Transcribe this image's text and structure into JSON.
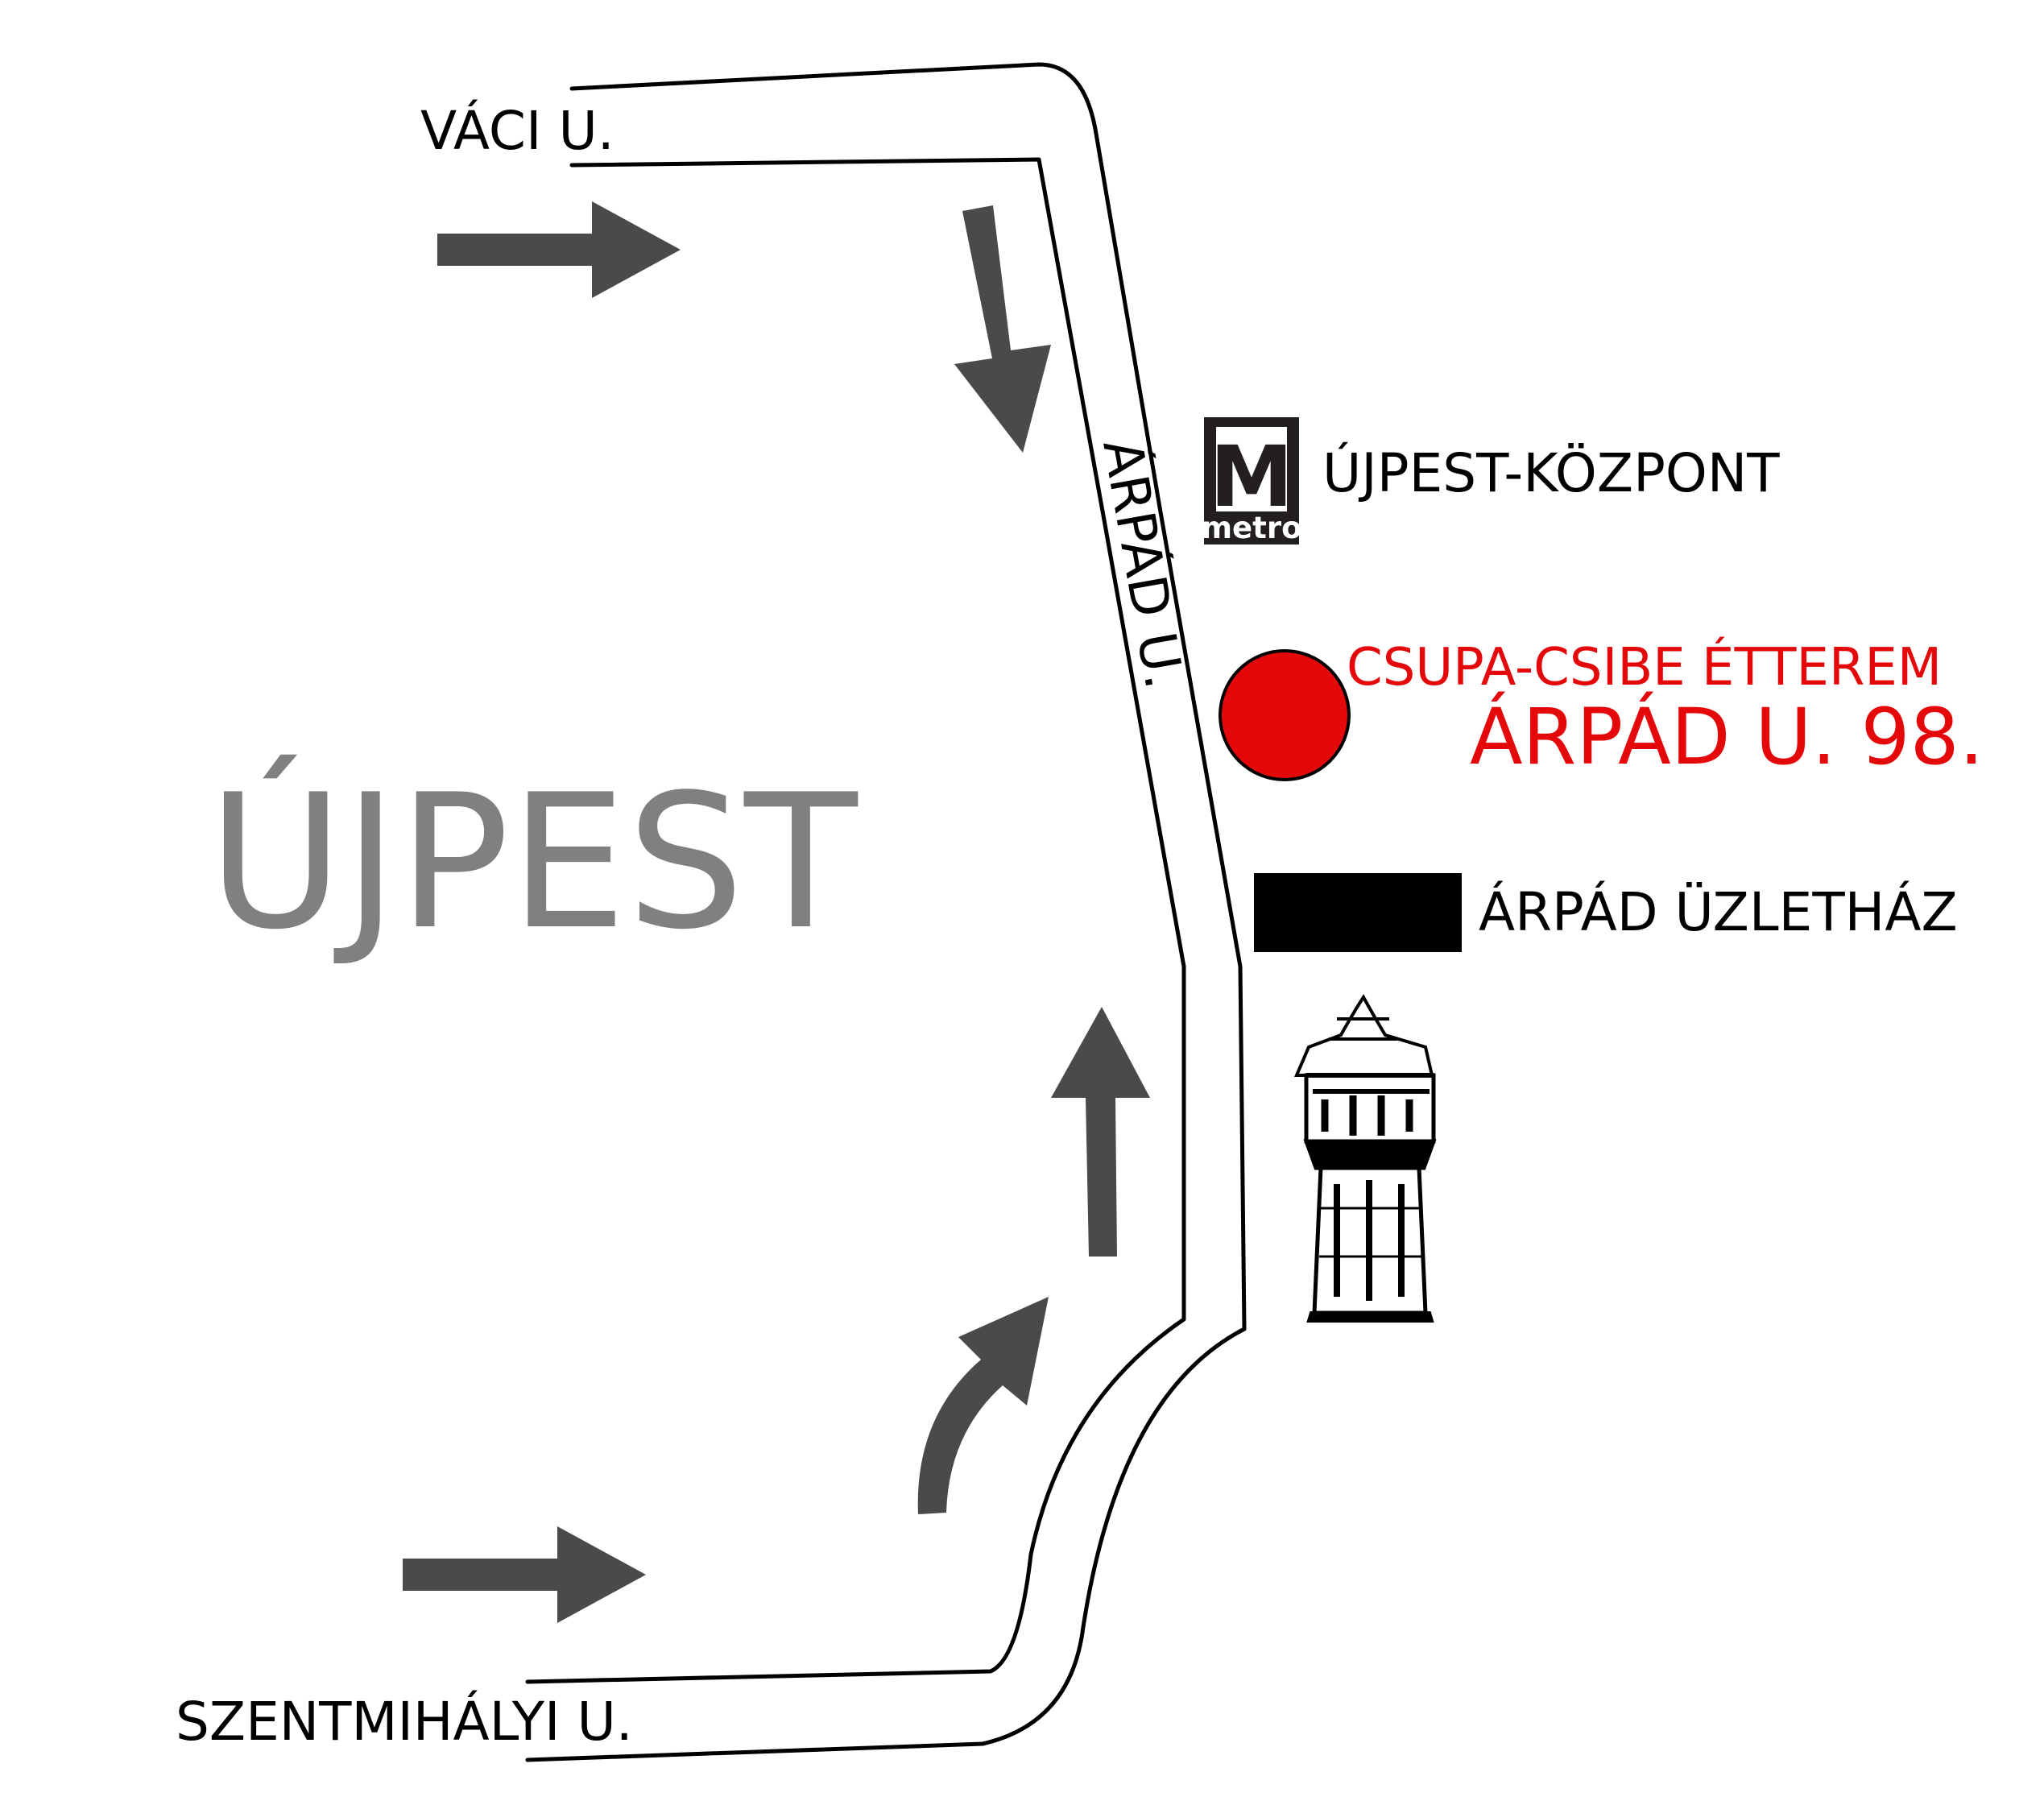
{
  "district": {
    "name": "ÚJPEST",
    "color": "#808080"
  },
  "streets": {
    "north": "VÁCI U.",
    "main": "ÁRPÁD U.",
    "south": "SZENTMIHÁLYI U."
  },
  "metro": {
    "logo_letter": "M",
    "logo_caption": "metro",
    "station": "ÚJPEST-KÖZPONT"
  },
  "restaurant": {
    "name": "CSUPA-CSIBE ÉTTEREM",
    "address": "ÁRPÁD U. 98.",
    "color": "#e4080a"
  },
  "landmark": {
    "name": "ÁRPÁD ÜZLETHÁZ"
  },
  "arrow_color": "#4a4a4a",
  "icons": [
    "metro-logo-icon",
    "restaurant-marker-icon",
    "building-icon",
    "water-tower-icon",
    "arrow-icon"
  ]
}
